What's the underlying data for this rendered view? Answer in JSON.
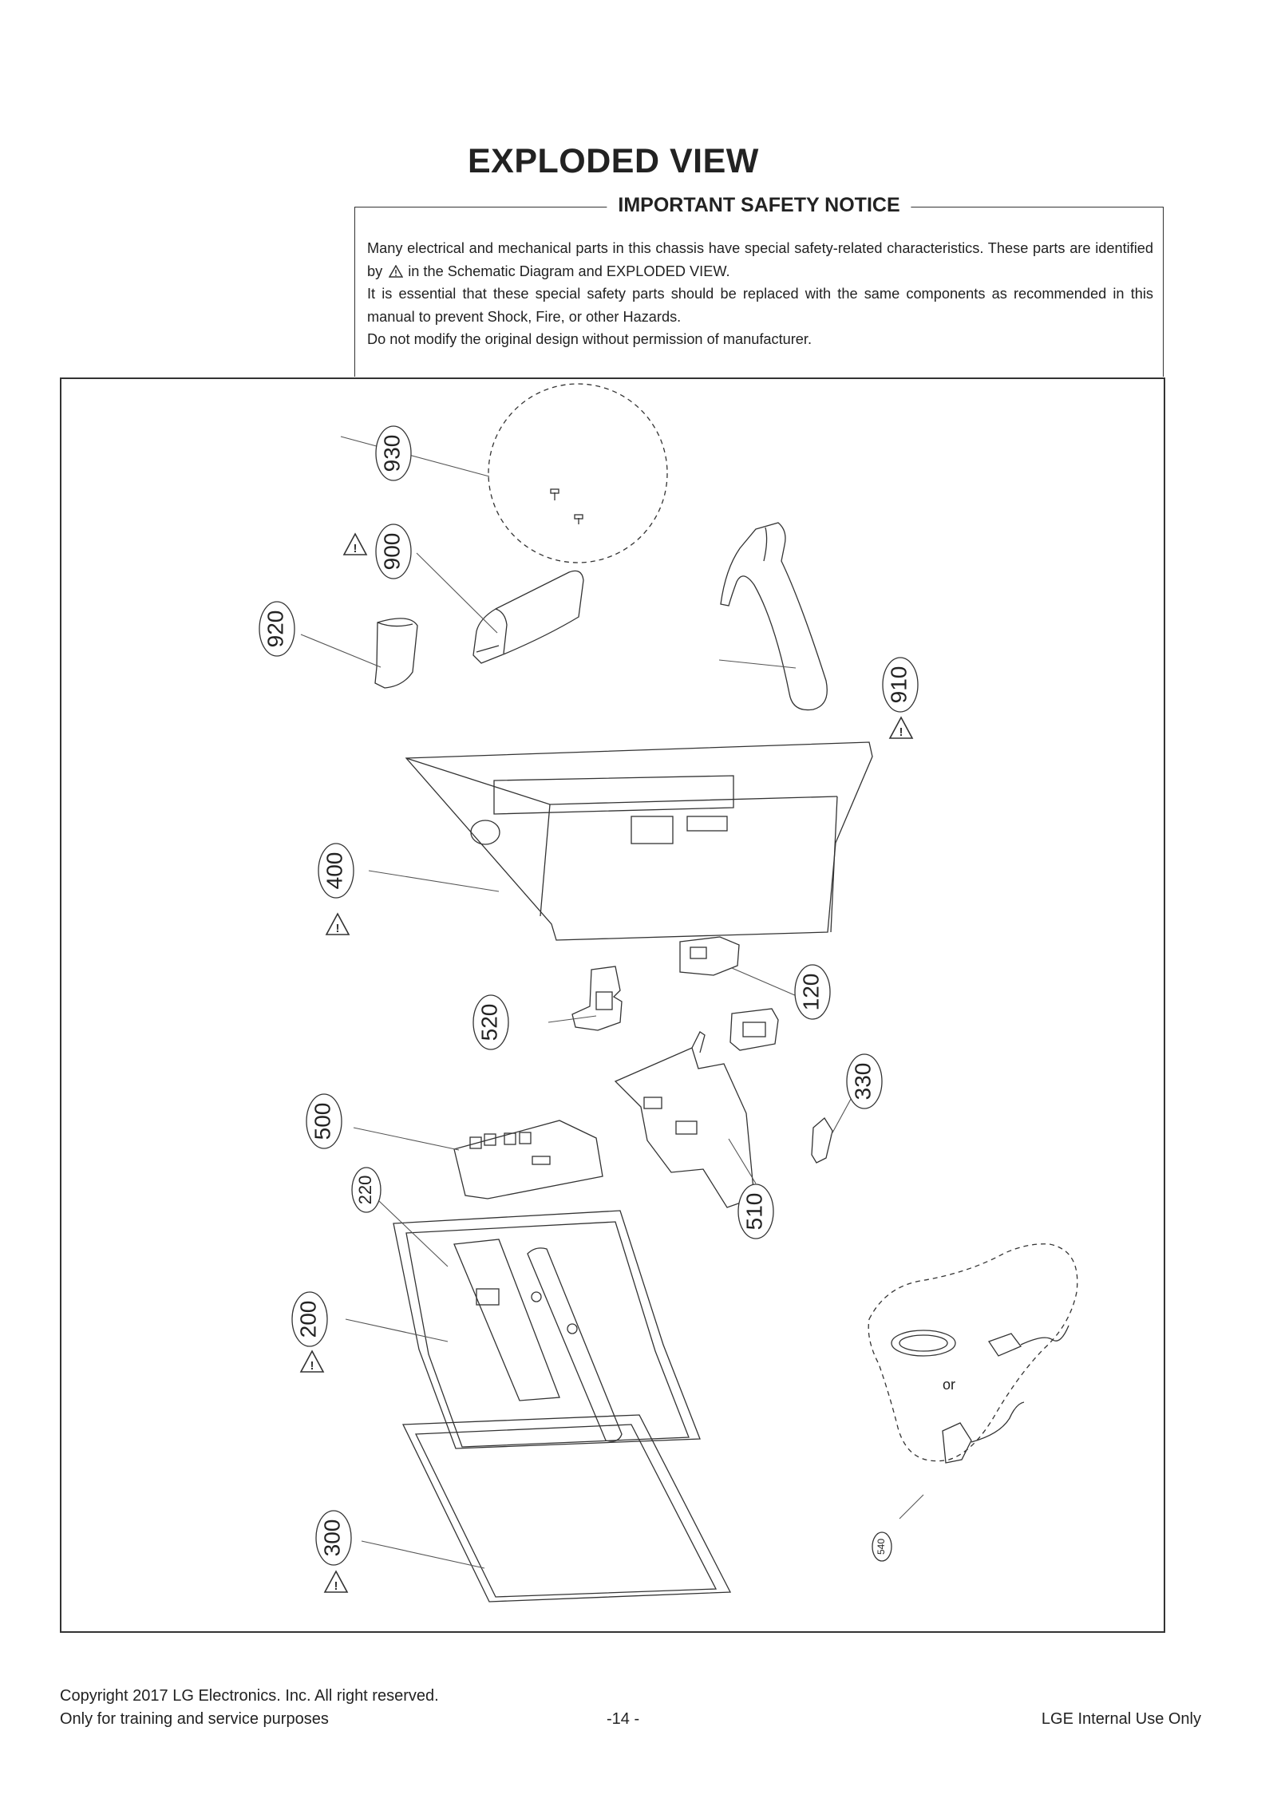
{
  "page": {
    "title": "EXPLODED VIEW",
    "notice": {
      "heading": "IMPORTANT SAFETY NOTICE",
      "line1_a": "Many electrical and mechanical parts in this chassis have special safety-related characteristics. These parts are identified by",
      "line1_b": "in the Schematic Diagram and EXPLODED VIEW.",
      "line2": "It is essential that these special safety parts should be replaced with the same components as recommended in this manual to prevent Shock, Fire, or other Hazards.",
      "line3": "Do not modify the original design without permission of manufacturer."
    },
    "diagram": {
      "labels": [
        "930",
        "900",
        "920",
        "910",
        "400",
        "120",
        "520",
        "330",
        "500",
        "510",
        "220",
        "200",
        "300",
        "540"
      ],
      "or_text": "or"
    },
    "footer": {
      "copyright": "Copyright 2017 LG Electronics. Inc. All right reserved.",
      "purpose": "Only for training and service purposes",
      "page_number": "-14 -",
      "internal": "LGE Internal Use Only"
    }
  }
}
